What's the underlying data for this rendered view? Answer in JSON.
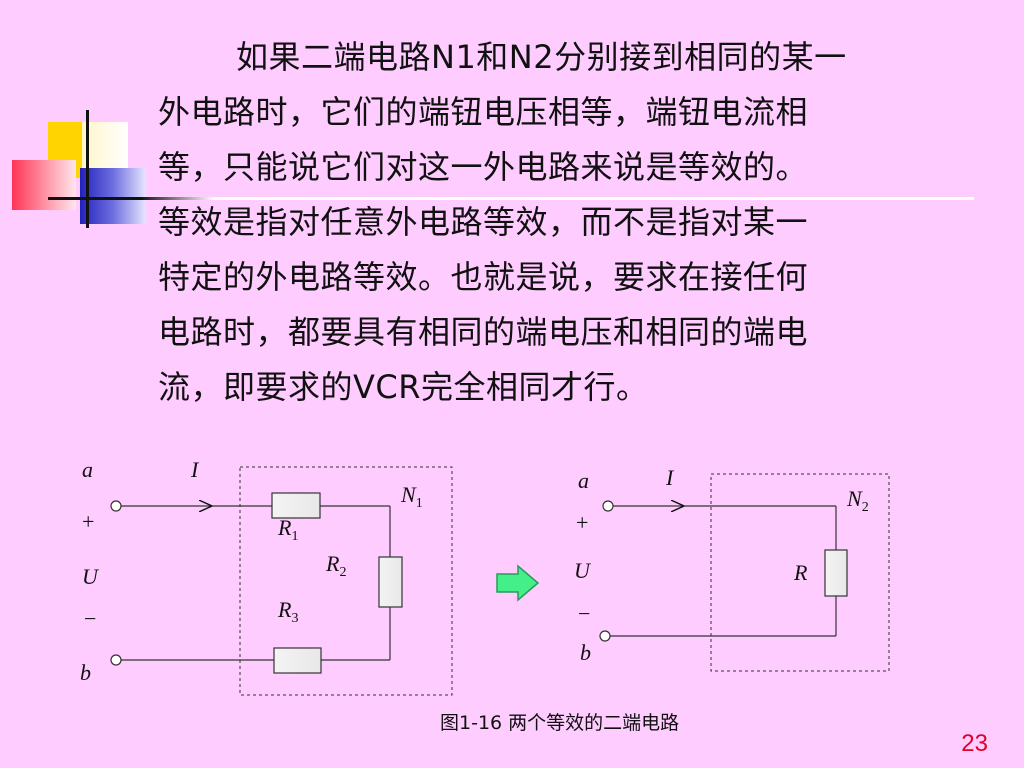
{
  "paragraph": {
    "lines": [
      "如果二端电路N1和N2分别接到相同的某一",
      "外电路时，它们的端钮电压相等，端钮电流相",
      "等，只能说它们对这一外电路来说是等效的。",
      "等效是指对任意外电路等效，而不是指对某一",
      "特定的外电路等效。也就是说，要求在接任何",
      "电路时，都要具有相同的端电压和相同的端电",
      "流，即要求的VCR完全相同才行。"
    ]
  },
  "figure": {
    "left_circuit": {
      "terminal_a": "a",
      "terminal_b": "b",
      "current": "I",
      "plus": "+",
      "voltage": "U",
      "minus": "−",
      "network_label": "N",
      "network_sub": "1",
      "r1_label": "R",
      "r1_sub": "1",
      "r2_label": "R",
      "r2_sub": "2",
      "r3_label": "R",
      "r3_sub": "3"
    },
    "right_circuit": {
      "terminal_a": "a",
      "terminal_b": "b",
      "current": "I",
      "plus": "+",
      "voltage": "U",
      "minus": "−",
      "network_label": "N",
      "network_sub": "2",
      "r_label": "R"
    },
    "arrow_icon": "right-arrow-icon",
    "caption": "图1-16  两个等效的二端电路"
  },
  "page_number": "23",
  "colors": {
    "background": "#ffccff",
    "arrow_fill": "#44ee88",
    "page_number": "#e0002a"
  }
}
